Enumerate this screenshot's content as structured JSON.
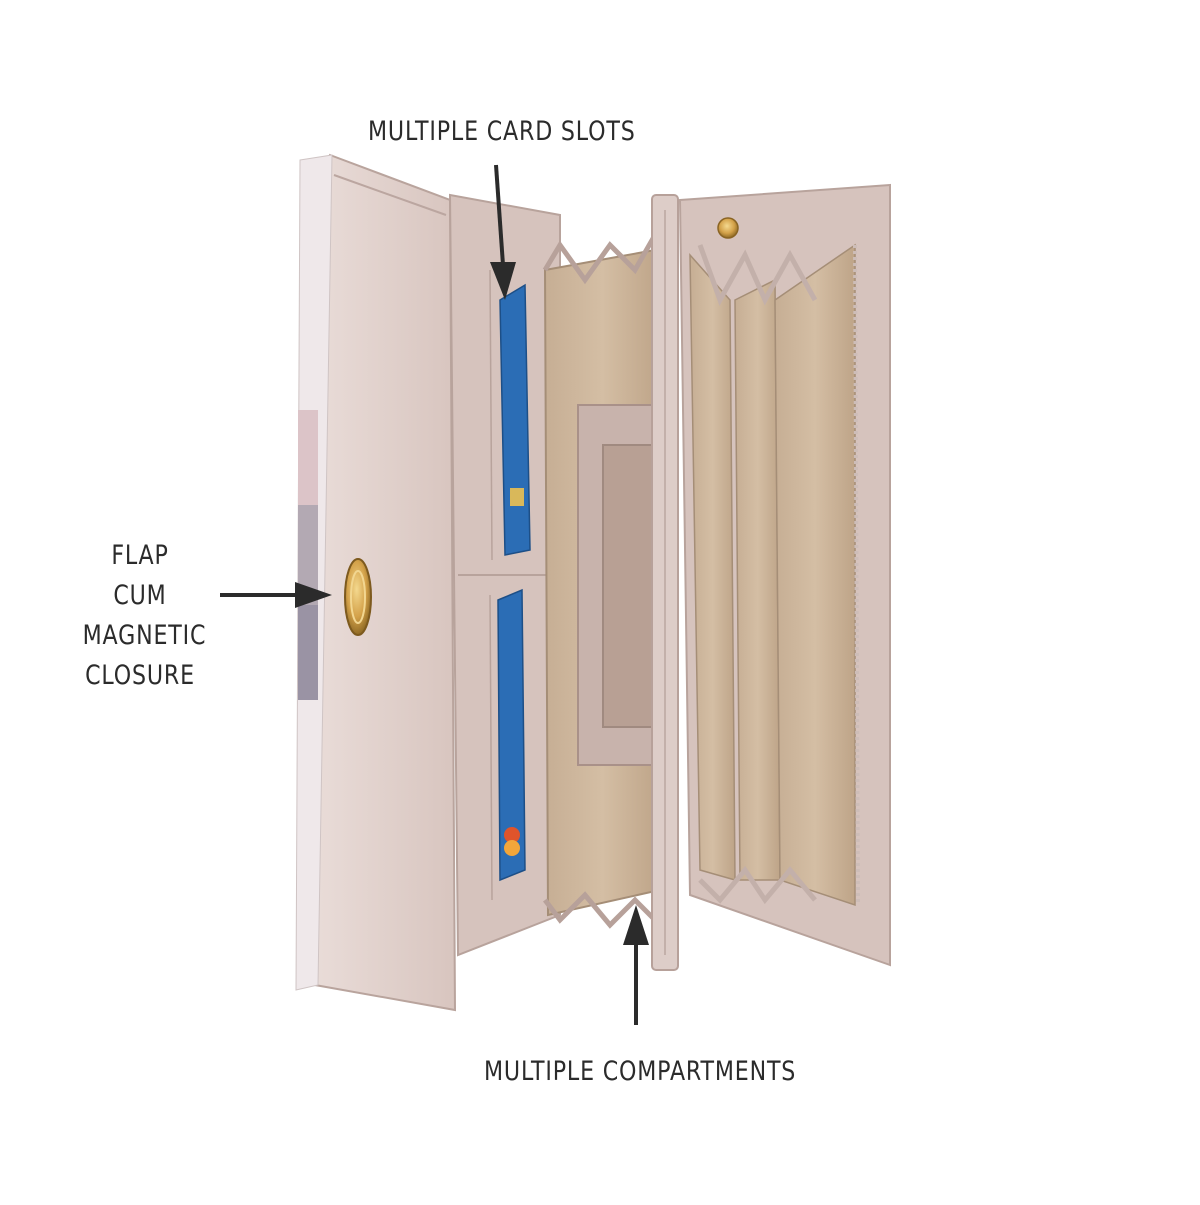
{
  "callouts": {
    "card_slots": "MULTIPLE CARD SLOTS",
    "closure_line1": "FLAP CUM",
    "closure_line2": "MAGNETIC",
    "closure_line3": "CLOSURE",
    "compartments": "MULTIPLE COMPARTMENTS"
  },
  "colors": {
    "background": "#ffffff",
    "leather": "#d9c4be",
    "lining": "#cbb59c",
    "card": "#2b6db5",
    "snap": "#d4a24a",
    "text": "#2b2b2b"
  }
}
